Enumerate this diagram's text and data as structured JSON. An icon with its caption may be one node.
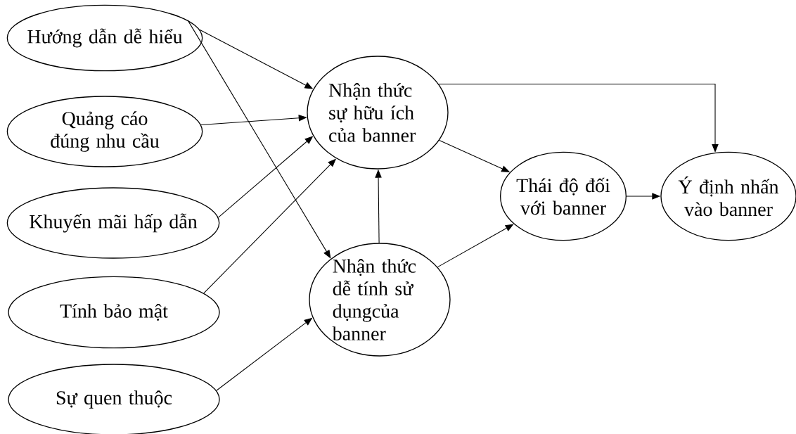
{
  "diagram": {
    "nodes": [
      {
        "text": [
          "Hướng dẫn dễ hiểu"
        ]
      },
      {
        "text": [
          "Quảng cáo đúng nhu cầu"
        ]
      },
      {
        "text": [
          "Khuyến mãi hấp dẫn"
        ]
      },
      {
        "text": [
          "Tính bảo mật"
        ]
      },
      {
        "text": [
          "Sự quen thuộc"
        ]
      },
      {
        "text": [
          "Nhận thức sự hữu ích của banner"
        ]
      },
      {
        "text": [
          "Nhận thức dễ tính sử dụngcủa banner"
        ]
      },
      {
        "text": [
          "Thái độ đối với banner"
        ]
      },
      {
        "text": [
          "Ý định nhấn vào banner"
        ]
      }
    ],
    "edges": [
      {
        "from": 0,
        "to": 5,
        "arrow": "to"
      },
      {
        "from": 0,
        "to": 6,
        "arrow": "to"
      },
      {
        "from": 1,
        "to": 5,
        "arrow": "to"
      },
      {
        "from": 2,
        "to": 5,
        "arrow": "to"
      },
      {
        "from": 3,
        "to": 5,
        "arrow": "to"
      },
      {
        "from": 4,
        "to": 6,
        "arrow": "to"
      },
      {
        "from": 6,
        "to": 5,
        "arrow": "to"
      },
      {
        "from": 5,
        "to": 7,
        "arrow": "to"
      },
      {
        "from": 6,
        "to": 7,
        "arrow": "to"
      },
      {
        "from": 7,
        "to": 8,
        "arrow": "to"
      },
      {
        "from": 5,
        "to": 8,
        "arrow": "to"
      }
    ]
  }
}
